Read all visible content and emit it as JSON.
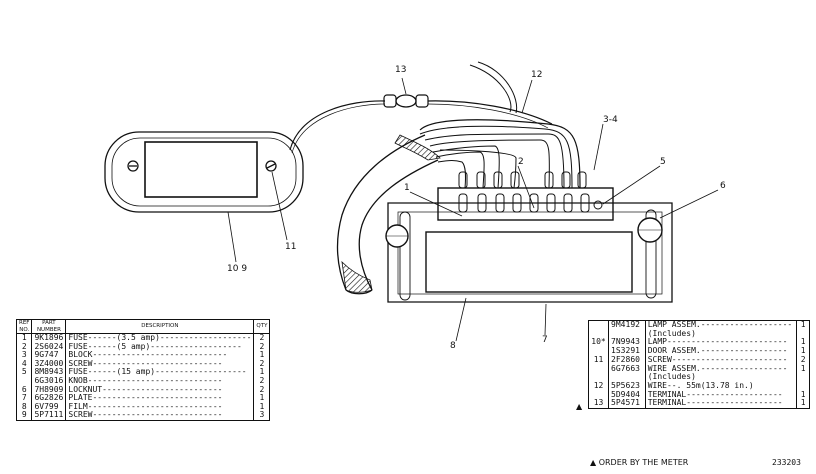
{
  "diagram": {
    "callouts": [
      "13",
      "12",
      "3-4",
      "5",
      "6",
      "2",
      "1",
      "11",
      "10 9",
      "8",
      "7"
    ]
  },
  "left_table": {
    "headers": {
      "ref": "REF NO.",
      "part": "PART NUMBER",
      "desc": "DESCRIPTION",
      "qty": "QTY"
    },
    "rows": [
      {
        "ref": "1",
        "part": "9K1896",
        "desc": "FUSE------(3.5 amp)-------------------",
        "qty": "2"
      },
      {
        "ref": "2",
        "part": "2S6024",
        "desc": "FUSE------(5 amp)-------------------",
        "qty": "2"
      },
      {
        "ref": "3",
        "part": "9G747",
        "desc": "BLOCK----------------------------",
        "qty": "1"
      },
      {
        "ref": "4",
        "part": "3Z4000",
        "desc": "SCREW---------------------------",
        "qty": "2"
      },
      {
        "ref": "5",
        "part": "8M8943",
        "desc": "FUSE------(15 amp)-------------------",
        "qty": "1"
      },
      {
        "ref": "",
        "part": "6G3016",
        "desc": "KNOB----------------------------",
        "qty": "2"
      },
      {
        "ref": "6",
        "part": "7H8909",
        "desc": "LOCKNUT-------------------------",
        "qty": "2"
      },
      {
        "ref": "7",
        "part": "6G2826",
        "desc": "PLATE---------------------------",
        "qty": "1"
      },
      {
        "ref": "8",
        "part": "6V799",
        "desc": "FILM----------------------------",
        "qty": "1"
      },
      {
        "ref": "9",
        "part": "5P7111",
        "desc": "SCREW---------------------------",
        "qty": "3"
      }
    ]
  },
  "right_table": {
    "rows": [
      {
        "ref": "",
        "part": "9M4192",
        "desc": "LAMP ASSEM.-------------------",
        "qty": "1"
      },
      {
        "ref": "",
        "part": "",
        "desc": "(Includes)",
        "qty": ""
      },
      {
        "ref": "10*",
        "part": "7N9943",
        "desc": "LAMP-------------------------",
        "qty": "1"
      },
      {
        "ref": "",
        "part": "1S3291",
        "desc": "DOOR ASSEM.------------------",
        "qty": "1"
      },
      {
        "ref": "11",
        "part": "2F2860",
        "desc": "SCREW------------------------",
        "qty": "2"
      },
      {
        "ref": "",
        "part": "6G7663",
        "desc": "WIRE ASSEM.------------------",
        "qty": "1"
      },
      {
        "ref": "",
        "part": "",
        "desc": "(Includes)",
        "qty": ""
      },
      {
        "ref": "12",
        "part": "5P5623",
        "desc": "WIRE--. 55m(13.78 in.)",
        "qty": ""
      },
      {
        "ref": "",
        "part": "5D9404",
        "desc": "TERMINAL--------------------",
        "qty": "1"
      },
      {
        "ref": "13",
        "part": "5P4571",
        "desc": "TERMINAL--------------------",
        "qty": "1"
      }
    ]
  },
  "footnote": "ORDER BY THE METER",
  "footnote_marker": "▲",
  "drawing_number": "233203"
}
